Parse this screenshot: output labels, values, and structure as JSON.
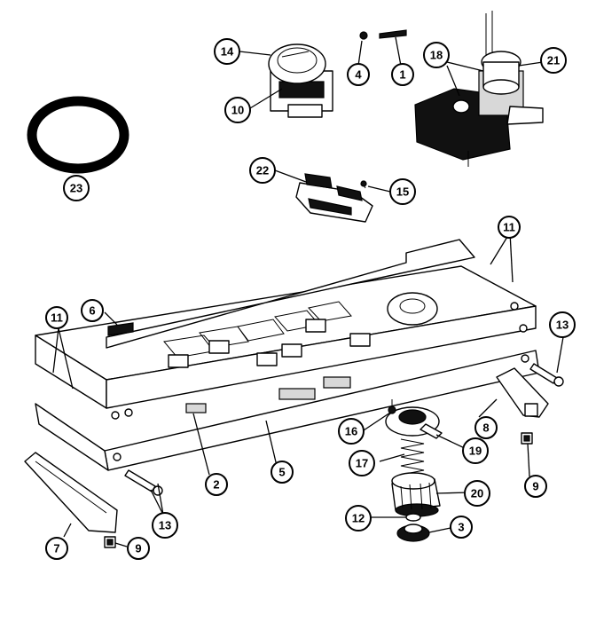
{
  "callouts": {
    "c1": "1",
    "c2": "2",
    "c3": "3",
    "c4": "4",
    "c5": "5",
    "c6": "6",
    "c7": "7",
    "c8": "8",
    "c9a": "9",
    "c9b": "9",
    "c10": "10",
    "c11a": "11",
    "c11b": "11",
    "c12": "12",
    "c13a": "13",
    "c13b": "13",
    "c14": "14",
    "c15": "15",
    "c16": "16",
    "c17": "17",
    "c18": "18",
    "c19": "19",
    "c20": "20",
    "c21": "21",
    "c22": "22",
    "c23": "23"
  }
}
